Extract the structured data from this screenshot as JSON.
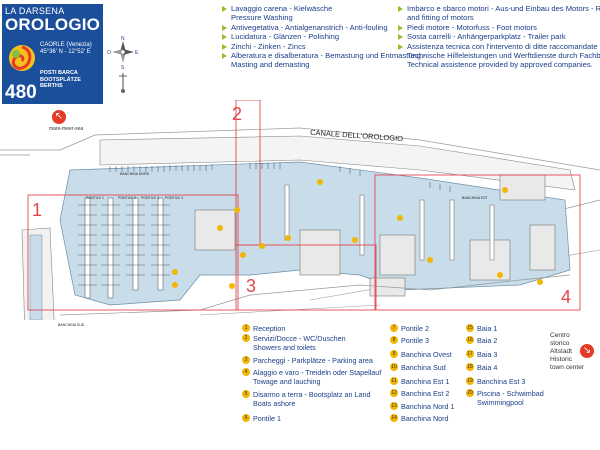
{
  "logo": {
    "line1": "LA DARSENA",
    "line2": "OROLOGIO",
    "location": [
      "CAORLE (Venezia)",
      "45°36' N - 12°52' E"
    ],
    "berths_number": "480",
    "berths_label": [
      "POSTI BARCA",
      "BOOTSPLÄTZE",
      "BERTHS"
    ]
  },
  "compass": {
    "n": "N",
    "s": "S",
    "e": "E",
    "o": "O"
  },
  "services_col1": [
    [
      "Lavaggio carena - Kielwäsche",
      "Pressure Washing"
    ],
    [
      "Antivegetativa - Antialgenanstrich - Anti-fouling"
    ],
    [
      "Lucidatura - Glänzen - Polishing"
    ],
    [
      "Zinchi - Zinken - Zincs"
    ],
    [
      "Alberatura e disalberatura - Bemastung und Entmastung -",
      "Masting and demasting"
    ]
  ],
  "services_col2": [
    [
      "Imbarco e sbarco motori - Aus-und Einbau des Motors - Removal",
      "and fitting of motors"
    ],
    [
      "Piedi motore - Motorfuss - Foot motors"
    ],
    [
      "Sosta carrelli - Anhängerparkplatz - Trailer park"
    ],
    [
      "Assistenza tecnica con l'intervento di ditte raccomandate -",
      "Technische Hilfeleistungen und Werftdienste durch Fachbetriebe",
      "Technical assistence provided by approved companies."
    ]
  ],
  "map": {
    "mare": "mare-meer-sea",
    "canal": "CANALE DELL'OROLOGIO",
    "zones": [
      "1",
      "2",
      "3",
      "4"
    ],
    "pontile_labels": [
      "PONTILE 1",
      "PONTILE 2",
      "PONTILE 3",
      "PONTILE 4"
    ],
    "banchina_labels": [
      "BANCHINA SUD",
      "BANCHINA NORD",
      "BANCHINA EST"
    ]
  },
  "legend_col1": [
    {
      "n": "1",
      "lines": [
        "Reception"
      ]
    },
    {
      "n": "2",
      "lines": [
        "Servizi/Docce - WC/Duschen",
        "Showers and toilets"
      ]
    },
    {
      "n": "3",
      "lines": [
        "Parcheggi - Parkplätze - Parking area"
      ]
    },
    {
      "n": "4",
      "lines": [
        "Alaggio e varo - Treideln oder Stapellauf",
        "Towage and lauching"
      ]
    },
    {
      "n": "5",
      "lines": [
        "Disarmo a terra - Bootsplatz an Land",
        "Boats ashore"
      ]
    },
    {
      "n": "6",
      "lines": [
        "Pontile 1"
      ]
    }
  ],
  "legend_col2": [
    {
      "n": "7",
      "lines": [
        "Pontile 2"
      ]
    },
    {
      "n": "8",
      "lines": [
        "Pontile 3"
      ]
    },
    {
      "n": "9",
      "lines": [
        "Banchina Ovest"
      ]
    },
    {
      "n": "10",
      "lines": [
        "Banchina Sud"
      ]
    },
    {
      "n": "11",
      "lines": [
        "Banchina Est 1"
      ]
    },
    {
      "n": "12",
      "lines": [
        "Banchina Est 2"
      ]
    },
    {
      "n": "13",
      "lines": [
        "Banchina Nord 1"
      ]
    },
    {
      "n": "14",
      "lines": [
        "Banchina Nord"
      ]
    }
  ],
  "legend_col3": [
    {
      "n": "15",
      "lines": [
        "Baia 1"
      ]
    },
    {
      "n": "16",
      "lines": [
        "Baia 2"
      ]
    },
    {
      "n": "17",
      "lines": [
        "Baia 3"
      ]
    },
    {
      "n": "18",
      "lines": [
        "Baia 4"
      ]
    },
    {
      "n": "19",
      "lines": [
        "Banchina Est 3"
      ]
    },
    {
      "n": "20",
      "lines": [
        "Piscina - Schwimbad",
        "Swimmingpool"
      ]
    }
  ],
  "center": [
    "Centro",
    "storico",
    "Altstadt",
    "Historic",
    "town center"
  ],
  "colors": {
    "brand": "#1b4f9b",
    "accent": "#9bbd2a",
    "zone": "#e0474e",
    "marker": "#f2b705",
    "water": "#c8dcea"
  }
}
